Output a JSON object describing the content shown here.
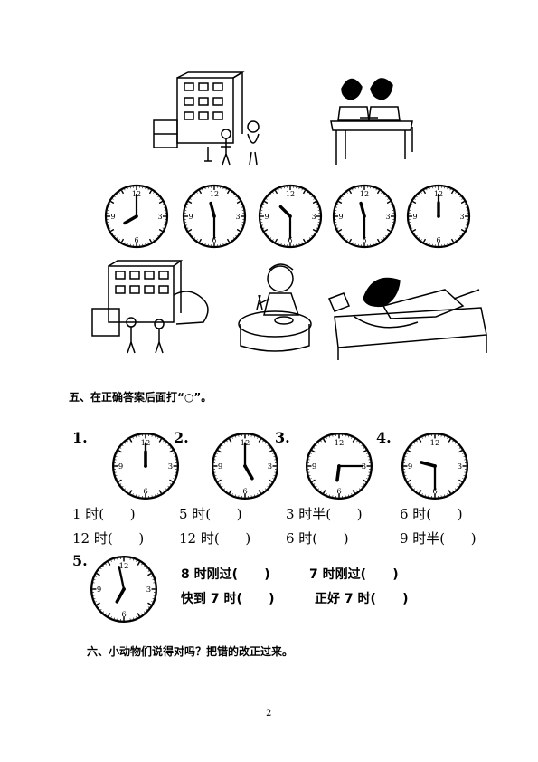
{
  "top_clocks": [
    {
      "name": "clock-1",
      "time": "8:00"
    },
    {
      "name": "clock-2",
      "time": "11:30"
    },
    {
      "name": "clock-3",
      "time": "10:30"
    },
    {
      "name": "clock-4",
      "time": "11:30"
    },
    {
      "name": "clock-5",
      "time": "12:00"
    }
  ],
  "clock_face_numbers": [
    "12",
    "3",
    "6",
    "9"
  ],
  "section5": {
    "heading": "五、在正确答案后面打“○”。",
    "questions": [
      {
        "num": "1.",
        "time": "12:00",
        "options": [
          "1 时(      )",
          "12 时(      )"
        ]
      },
      {
        "num": "2.",
        "time": "5:00",
        "options": [
          "5 时(      )",
          "12 时(      )"
        ]
      },
      {
        "num": "3.",
        "time": "6:15",
        "options": [
          "3 时半(      )",
          "6 时(      )"
        ]
      },
      {
        "num": "4.",
        "time": "9:30",
        "options": [
          "6 时(      )",
          "9 时半(      )"
        ]
      }
    ],
    "q5": {
      "num": "5.",
      "time": "6:58",
      "options": [
        "8 时刚过(      )",
        "7 时刚过(      )",
        "快到 7 时(      )",
        "正好 7 时(      )"
      ]
    }
  },
  "section6": {
    "heading": "六、小动物们说得对吗？把错的改正过来。"
  },
  "page_number": "2"
}
